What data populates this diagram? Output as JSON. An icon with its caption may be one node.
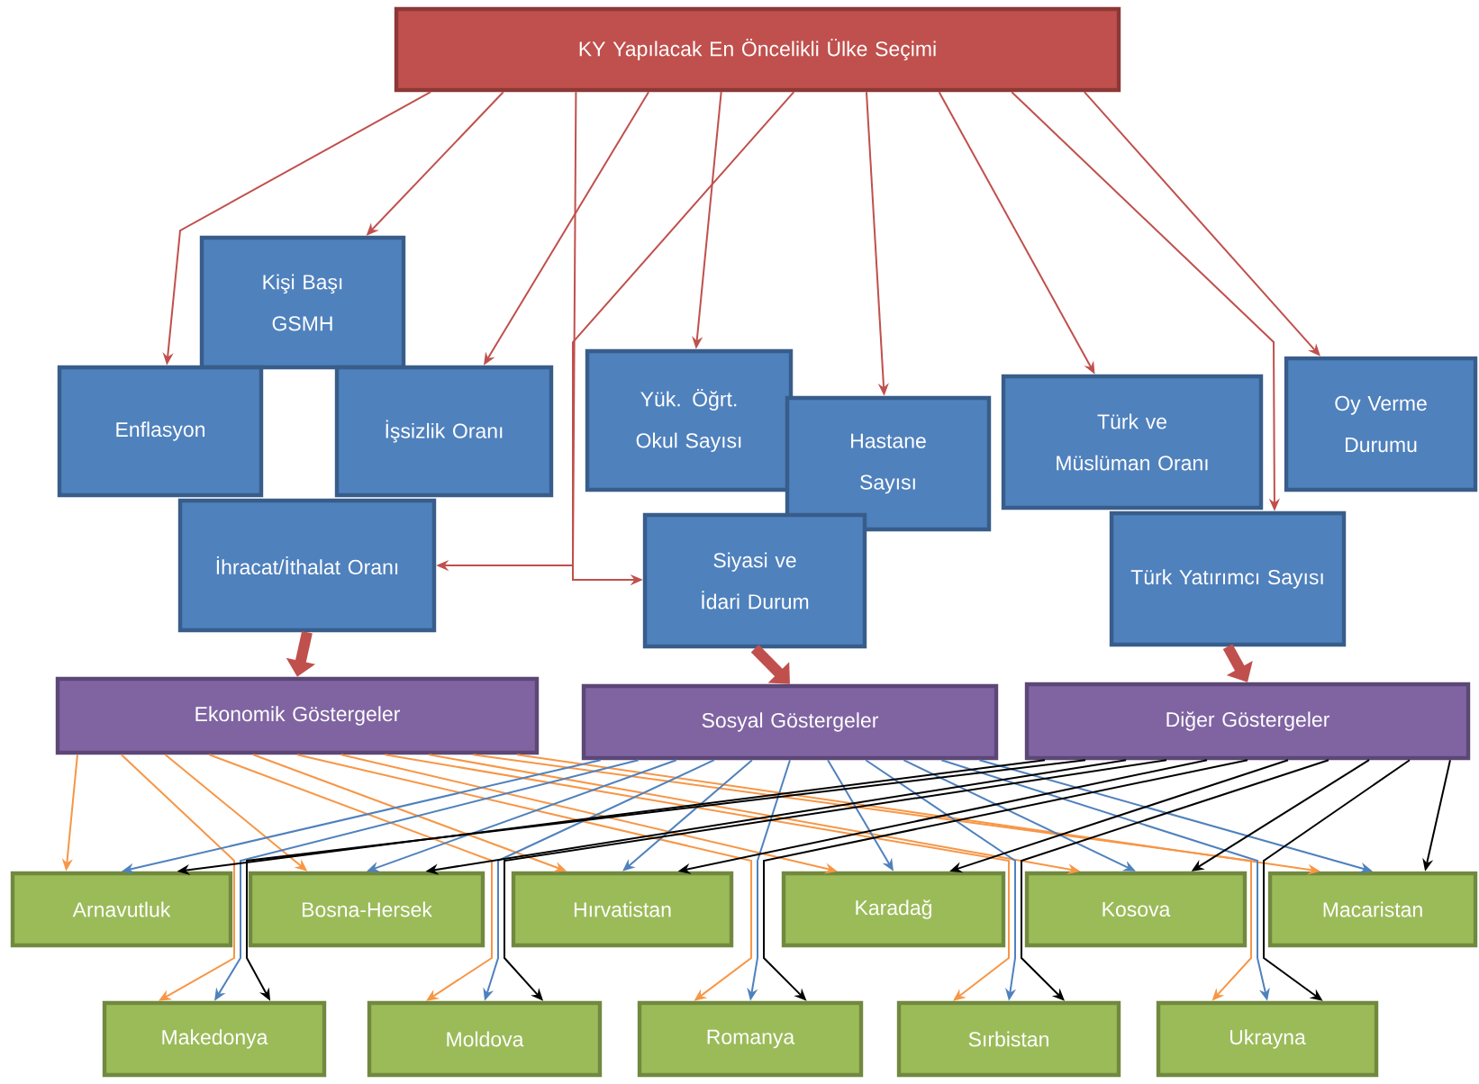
{
  "diagram": {
    "nodes": [
      {
        "text": [
          "KY Yapılacak En Öncelikli Ülke Seçimi"
        ]
      },
      {
        "text": [
          "Kişi Başı GSMH"
        ]
      },
      {
        "text": [
          "Enflasyon"
        ]
      },
      {
        "text": [
          "İşsizlik Oranı"
        ]
      },
      {
        "text": [
          "İhracat/İthalat Oranı"
        ]
      },
      {
        "text": [
          "Yük. Öğrt. Okul Sayısı"
        ]
      },
      {
        "text": [
          "Hastane Sayısı"
        ]
      },
      {
        "text": [
          "Siyasi ve İdari Durum"
        ]
      },
      {
        "text": [
          "Türk ve Müslüman Oranı"
        ]
      },
      {
        "text": [
          "Oy Verme Durumu"
        ]
      },
      {
        "text": [
          "Türk Yatırımcı Sayısı"
        ]
      },
      {
        "text": [
          "Ekonomik Göstergeler"
        ]
      },
      {
        "text": [
          "Sosyal Göstergeler"
        ]
      },
      {
        "text": [
          "Diğer Göstergeler"
        ]
      },
      {
        "text": [
          "Arnavutluk"
        ]
      },
      {
        "text": [
          "Bosna-Hersek"
        ]
      },
      {
        "text": [
          "Hırvatistan"
        ]
      },
      {
        "text": [
          "Karadağ"
        ]
      },
      {
        "text": [
          "Kosova"
        ]
      },
      {
        "text": [
          "Macaristan"
        ]
      },
      {
        "text": [
          "Makedonya"
        ]
      },
      {
        "text": [
          "Moldova"
        ]
      },
      {
        "text": [
          "Romanya"
        ]
      },
      {
        "text": [
          "Sırbistan"
        ]
      },
      {
        "text": [
          "Ukrayna"
        ]
      }
    ],
    "edges": [
      {
        "from": 0,
        "to": 1,
        "arrow": "to",
        "color": "#c0504d"
      },
      {
        "from": 0,
        "to": 2,
        "arrow": "to",
        "color": "#c0504d"
      },
      {
        "from": 0,
        "to": 3,
        "arrow": "to",
        "color": "#c0504d"
      },
      {
        "from": 0,
        "to": 4,
        "arrow": "to",
        "color": "#c0504d"
      },
      {
        "from": 0,
        "to": 5,
        "arrow": "to",
        "color": "#c0504d"
      },
      {
        "from": 0,
        "to": 6,
        "arrow": "to",
        "color": "#c0504d"
      },
      {
        "from": 0,
        "to": 7,
        "arrow": "to",
        "color": "#c0504d"
      },
      {
        "from": 0,
        "to": 8,
        "arrow": "to",
        "color": "#c0504d"
      },
      {
        "from": 0,
        "to": 9,
        "arrow": "to",
        "color": "#c0504d"
      },
      {
        "from": 0,
        "to": 10,
        "arrow": "to",
        "color": "#c0504d"
      },
      {
        "from": 4,
        "to": 11,
        "arrow": "to",
        "style": "thick",
        "color": "#c0504d"
      },
      {
        "from": 7,
        "to": 12,
        "arrow": "to",
        "style": "thick",
        "color": "#c0504d"
      },
      {
        "from": 10,
        "to": 13,
        "arrow": "to",
        "style": "thick",
        "color": "#c0504d"
      },
      {
        "from": 11,
        "to": 14,
        "arrow": "to",
        "color": "#f79646"
      },
      {
        "from": 11,
        "to": 15,
        "arrow": "to",
        "color": "#f79646"
      },
      {
        "from": 11,
        "to": 16,
        "arrow": "to",
        "color": "#f79646"
      },
      {
        "from": 11,
        "to": 17,
        "arrow": "to",
        "color": "#f79646"
      },
      {
        "from": 11,
        "to": 18,
        "arrow": "to",
        "color": "#f79646"
      },
      {
        "from": 11,
        "to": 19,
        "arrow": "to",
        "color": "#f79646"
      },
      {
        "from": 11,
        "to": 20,
        "arrow": "to",
        "color": "#f79646"
      },
      {
        "from": 11,
        "to": 21,
        "arrow": "to",
        "color": "#f79646"
      },
      {
        "from": 11,
        "to": 22,
        "arrow": "to",
        "color": "#f79646"
      },
      {
        "from": 11,
        "to": 23,
        "arrow": "to",
        "color": "#f79646"
      },
      {
        "from": 11,
        "to": 24,
        "arrow": "to",
        "color": "#f79646"
      },
      {
        "from": 12,
        "to": 14,
        "arrow": "to",
        "color": "#4f81bd"
      },
      {
        "from": 12,
        "to": 15,
        "arrow": "to",
        "color": "#4f81bd"
      },
      {
        "from": 12,
        "to": 16,
        "arrow": "to",
        "color": "#4f81bd"
      },
      {
        "from": 12,
        "to": 17,
        "arrow": "to",
        "color": "#4f81bd"
      },
      {
        "from": 12,
        "to": 18,
        "arrow": "to",
        "color": "#4f81bd"
      },
      {
        "from": 12,
        "to": 19,
        "arrow": "to",
        "color": "#4f81bd"
      },
      {
        "from": 12,
        "to": 20,
        "arrow": "to",
        "color": "#4f81bd"
      },
      {
        "from": 12,
        "to": 21,
        "arrow": "to",
        "color": "#4f81bd"
      },
      {
        "from": 12,
        "to": 22,
        "arrow": "to",
        "color": "#4f81bd"
      },
      {
        "from": 12,
        "to": 23,
        "arrow": "to",
        "color": "#4f81bd"
      },
      {
        "from": 12,
        "to": 24,
        "arrow": "to",
        "color": "#4f81bd"
      },
      {
        "from": 13,
        "to": 14,
        "arrow": "to",
        "color": "#000000"
      },
      {
        "from": 13,
        "to": 15,
        "arrow": "to",
        "color": "#000000"
      },
      {
        "from": 13,
        "to": 16,
        "arrow": "to",
        "color": "#000000"
      },
      {
        "from": 13,
        "to": 17,
        "arrow": "to",
        "color": "#000000"
      },
      {
        "from": 13,
        "to": 18,
        "arrow": "to",
        "color": "#000000"
      },
      {
        "from": 13,
        "to": 19,
        "arrow": "to",
        "color": "#000000"
      },
      {
        "from": 13,
        "to": 20,
        "arrow": "to",
        "color": "#000000"
      },
      {
        "from": 13,
        "to": 21,
        "arrow": "to",
        "color": "#000000"
      },
      {
        "from": 13,
        "to": 22,
        "arrow": "to",
        "color": "#000000"
      },
      {
        "from": 13,
        "to": 23,
        "arrow": "to",
        "color": "#000000"
      },
      {
        "from": 13,
        "to": 24,
        "arrow": "to",
        "color": "#000000"
      }
    ]
  }
}
